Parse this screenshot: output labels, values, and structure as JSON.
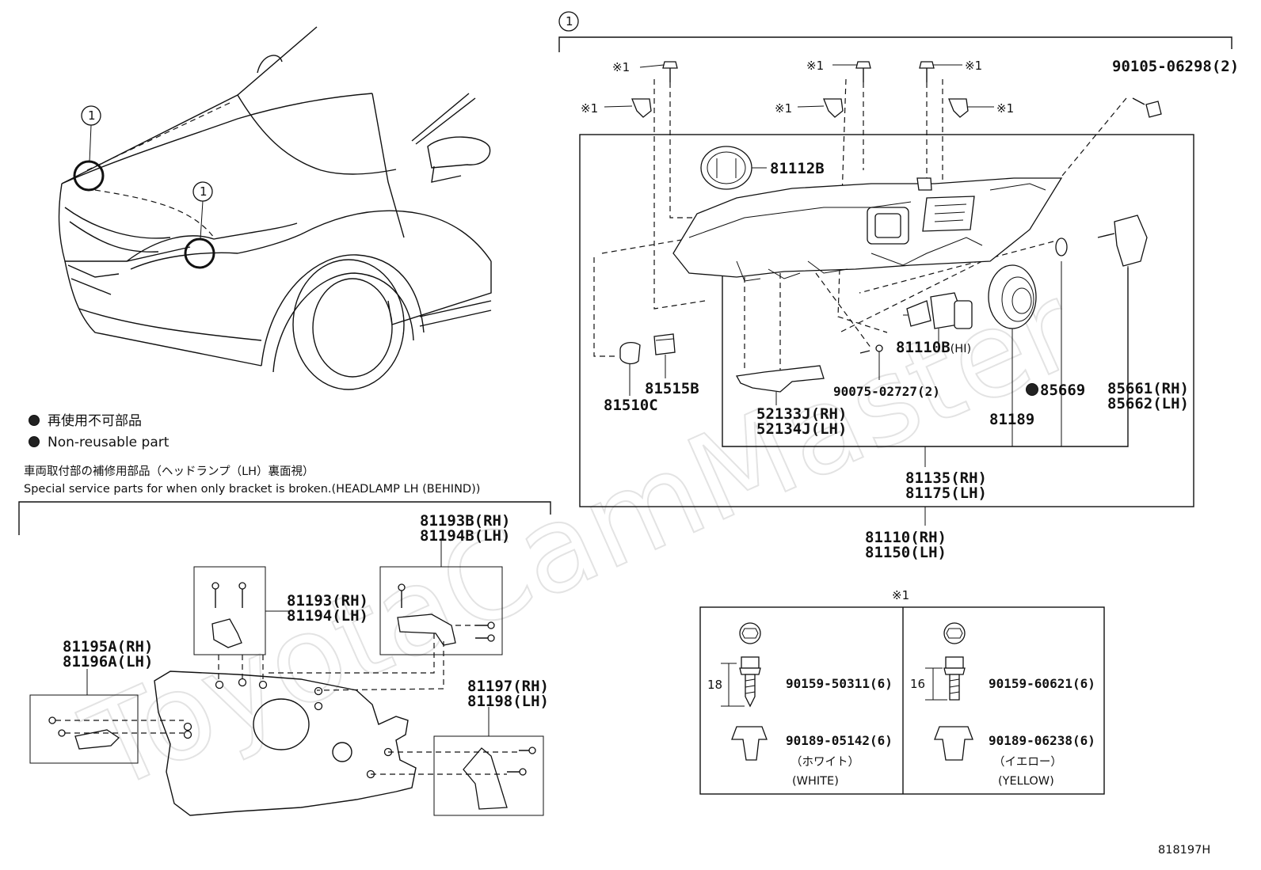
{
  "watermark": "ToyotaCamMaster",
  "diagram_code": "818197H",
  "callout_marker": "1",
  "symbol_note": "※1",
  "legend": {
    "jp": "再使用不可部品",
    "en": "Non-reusable part"
  },
  "bracket_section": {
    "jp_title": "車両取付部の補修用部品（ヘッドランプ（LH）裏面視）",
    "en_title": "Special service parts for when only bracket is broken.(HEADLAMP LH (BEHIND))"
  },
  "parts": {
    "p81112B": "81112B",
    "p90105": "90105-06298(2)",
    "p81110B": "81110B",
    "p81110B_suffix": "(HI)",
    "p81515B": "81515B",
    "p81510C": "81510C",
    "p90075": "90075-02727(2)",
    "p85669": "85669",
    "p85661": "85661(RH)",
    "p85662": "85662(LH)",
    "p52133J": "52133J(RH)",
    "p52134J": "52134J(LH)",
    "p81189": "81189",
    "p81135": "81135(RH)",
    "p81175": "81175(LH)",
    "p81110": "81110(RH)",
    "p81150": "81150(LH)",
    "p81193B": "81193B(RH)",
    "p81194B": "81194B(LH)",
    "p81193": "81193(RH)",
    "p81194": "81194(LH)",
    "p81195A": "81195A(RH)",
    "p81196A": "81196A(LH)",
    "p81197": "81197(RH)",
    "p81198": "81198(LH)"
  },
  "fastener_table": {
    "header": "※1",
    "left": {
      "dim": "18",
      "bolt": "90159-50311(6)",
      "clip": "90189-05142(6)",
      "color_jp": "（ホワイト）",
      "color_en": "(WHITE)"
    },
    "right": {
      "dim": "16",
      "bolt": "90159-60621(6)",
      "clip": "90189-06238(6)",
      "color_jp": "（イエロー）",
      "color_en": "(YELLOW)"
    }
  }
}
